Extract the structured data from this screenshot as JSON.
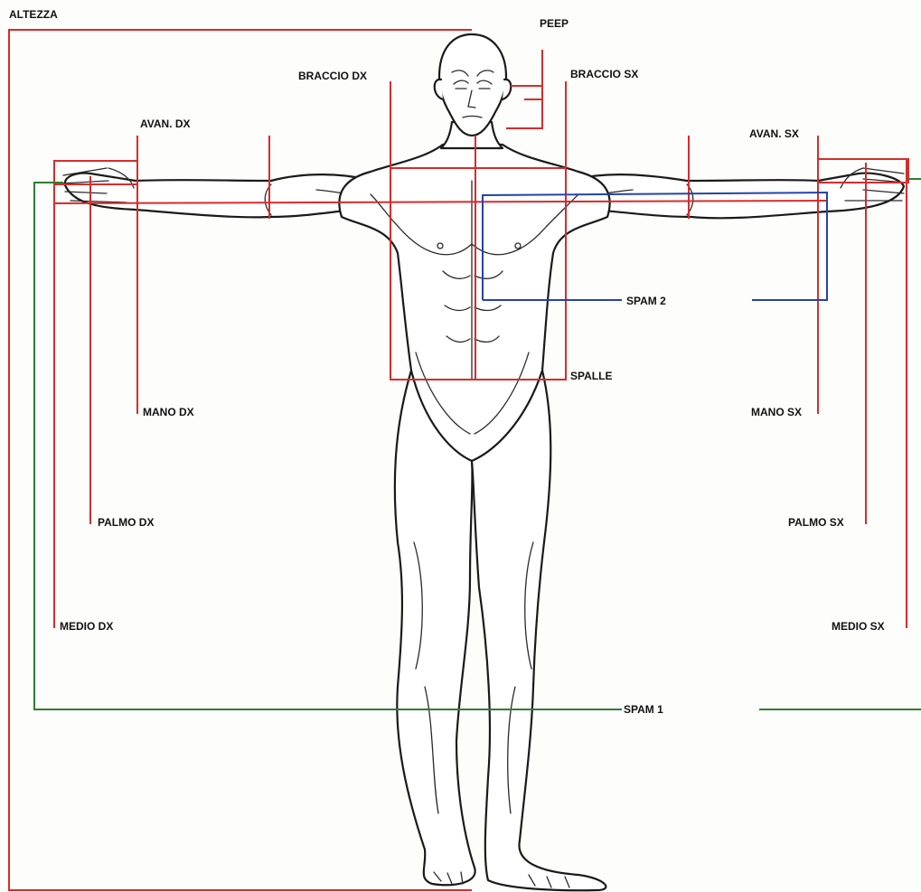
{
  "colors": {
    "measure_red": "#d92b2b",
    "measure_blue": "#2443a8",
    "measure_green": "#2e7d32",
    "ink": "#1a1a1a",
    "paper": "#fdfdfb"
  },
  "labels": {
    "altezza": "ALTEZZA",
    "peep": "PEEP",
    "braccio_dx": "BRACCIO DX",
    "braccio_sx": "BRACCIO SX",
    "avan_dx": "AVAN. DX",
    "avan_sx": "AVAN. SX",
    "spam_2": "SPAM 2",
    "spalle": "SPALLE",
    "mano_dx": "MANO DX",
    "mano_sx": "MANO SX",
    "palmo_dx": "PALMO DX",
    "palmo_sx": "PALMO SX",
    "medio_dx": "MEDIO DX",
    "medio_sx": "MEDIO SX",
    "spam_1": "SPAM 1"
  }
}
